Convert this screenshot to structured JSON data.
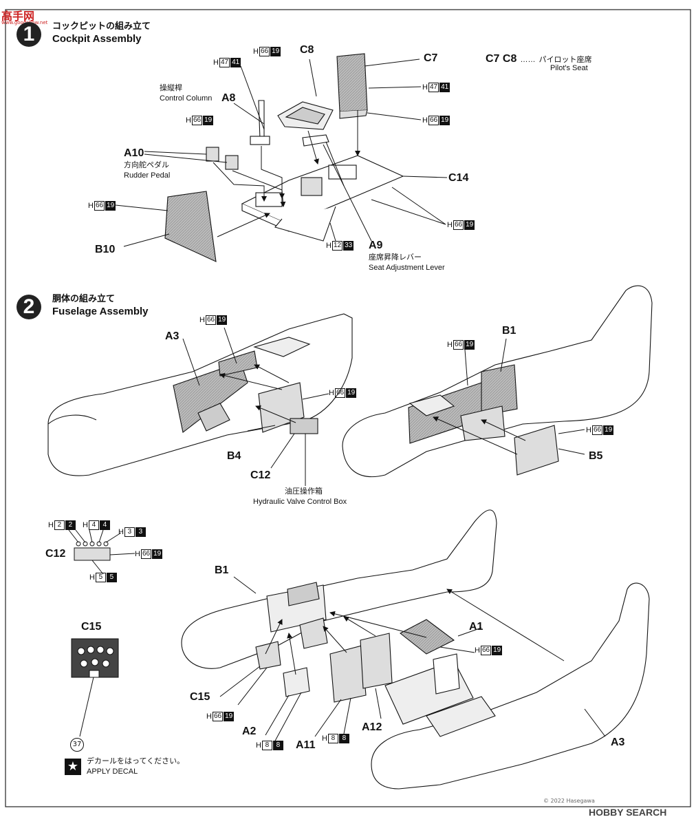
{
  "watermark": {
    "text": "高手网",
    "sub": "www.goodshow.net"
  },
  "step1": {
    "number": "1",
    "title_jp": "コックピットの組み立て",
    "title_en": "Cockpit Assembly"
  },
  "step2": {
    "number": "2",
    "title_jp": "胴体の組み立て",
    "title_en": "Fuselage Assembly"
  },
  "pilot_seat_note": {
    "parts": "C7 C8",
    "dots": "……",
    "jp": "パイロット座席",
    "en": "Pilot's Seat"
  },
  "parts": {
    "C8": "C8",
    "C7": "C7",
    "A8": "A8",
    "A10": "A10",
    "C14": "C14",
    "B10": "B10",
    "A9": "A9",
    "A3": "A3",
    "B1": "B1",
    "B4": "B4",
    "B5": "B5",
    "C12": "C12",
    "C15": "C15",
    "A1": "A1",
    "A2": "A2",
    "A11": "A11",
    "A12": "A12"
  },
  "notes": {
    "control_column_jp": "操縦桿",
    "control_column_en": "Control Column",
    "rudder_pedal_jp": "方向舵ペダル",
    "rudder_pedal_en": "Rudder Pedal",
    "seat_lever_jp": "座席昇降レバー",
    "seat_lever_en": "Seat Adjustment Lever",
    "hydraulic_jp": "油圧操作箱",
    "hydraulic_en": "Hydraulic Valve Control Box",
    "decal_jp": "デカールをはってください。",
    "decal_en": "APPLY DECAL"
  },
  "paint": {
    "prefix": "H",
    "h66": "66",
    "n19": "19",
    "h47": "47",
    "n41": "41",
    "h12": "12",
    "n33": "33",
    "h2": "2",
    "n2": "2",
    "h4": "4",
    "n4": "4",
    "h3": "3",
    "n3": "3",
    "h5": "5",
    "n5": "5",
    "h8": "8",
    "n8": "8"
  },
  "decal_number": "37",
  "decal_icon": "star-icon",
  "footer": {
    "copyright": "© 2022 Hasegawa",
    "logo": "HOBBY SEARCH"
  }
}
